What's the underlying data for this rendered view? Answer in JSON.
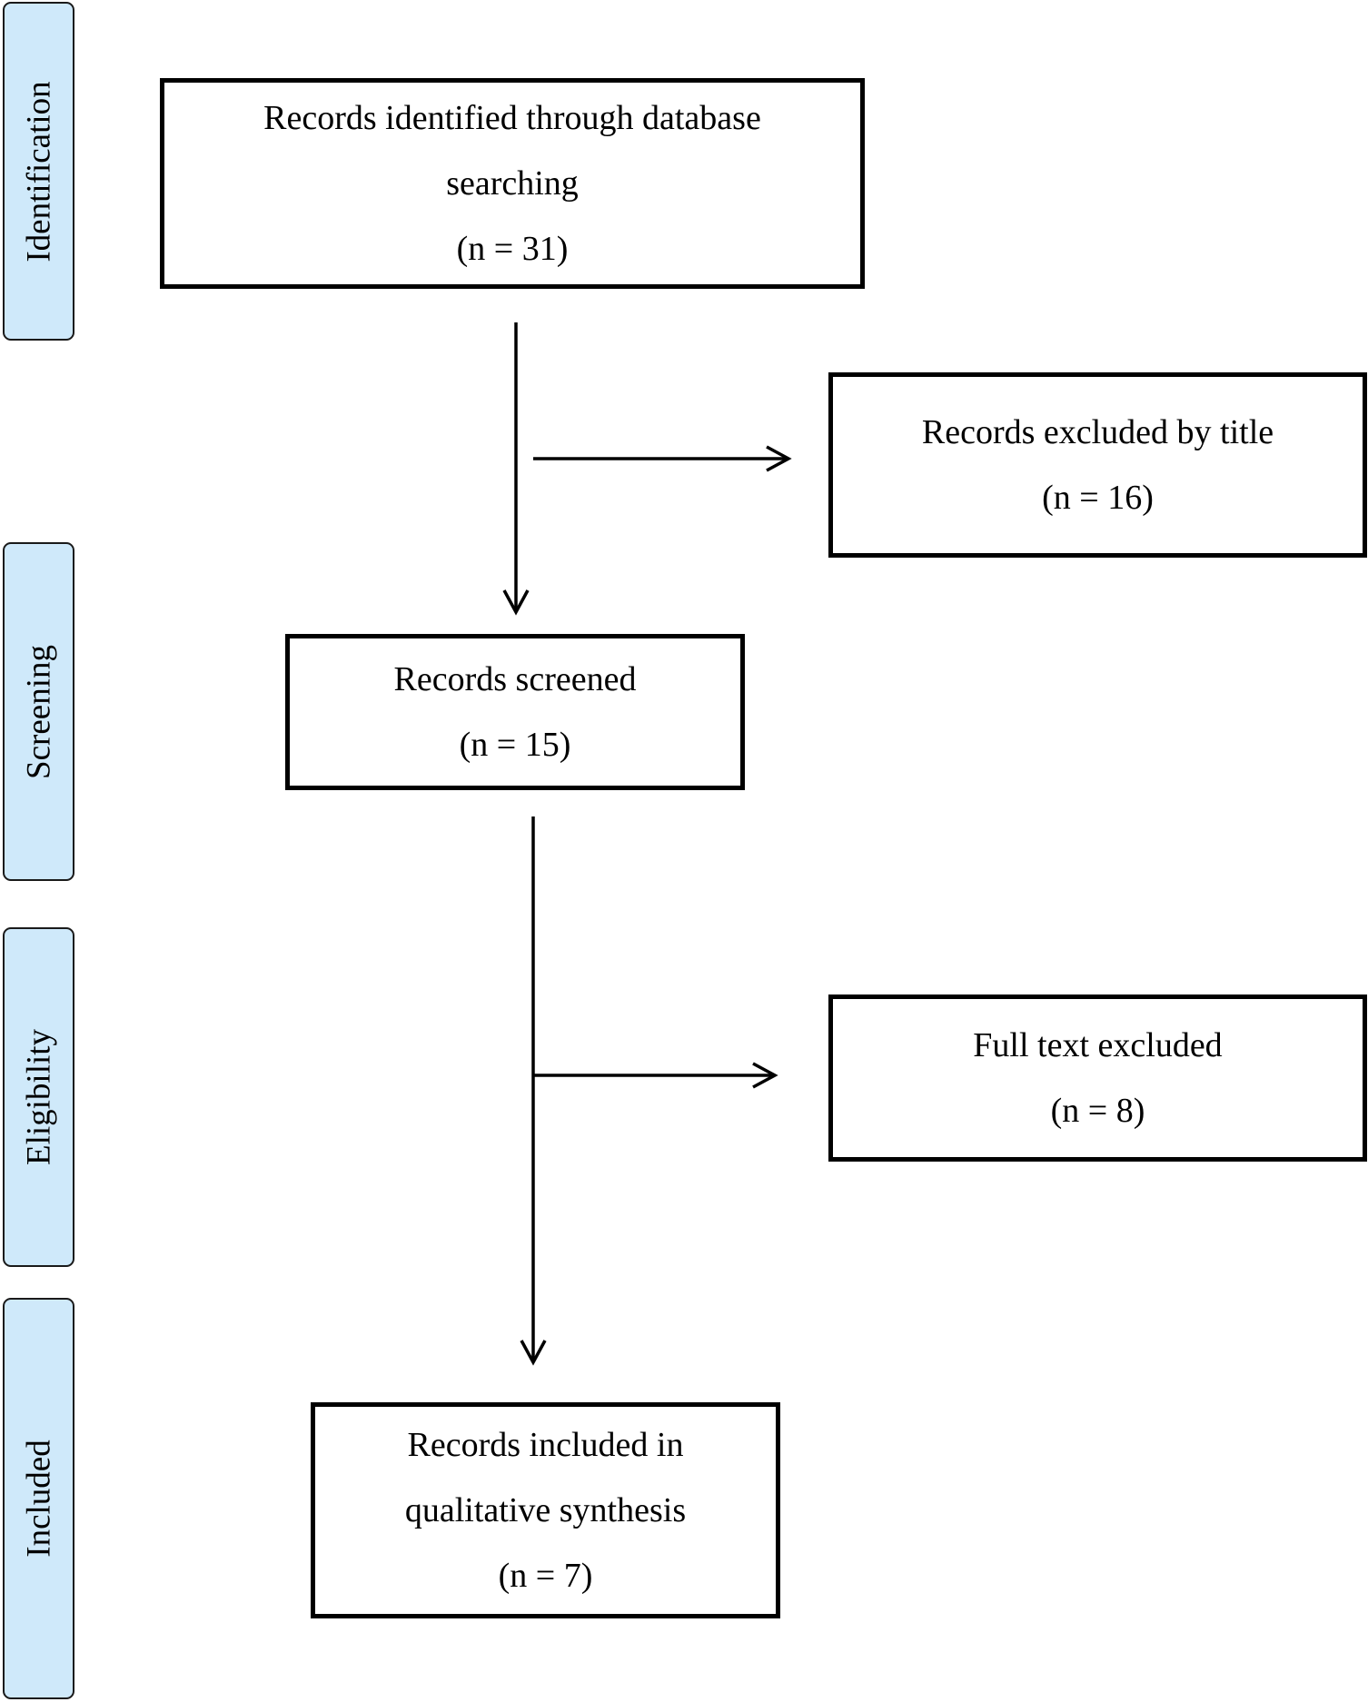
{
  "phases": {
    "identification": "Identification",
    "screening": "Screening",
    "eligibility": "Eligibility",
    "included": "Included"
  },
  "boxes": {
    "identified": {
      "line1": "Records identified through database",
      "line2": "searching",
      "count": "(n = 31)"
    },
    "excluded_title": {
      "line1": "Records excluded by title",
      "count": "(n = 16)"
    },
    "screened": {
      "line1": "Records screened",
      "count": "(n = 15)"
    },
    "fulltext_excluded": {
      "line1": "Full text excluded",
      "count": "(n = 8)"
    },
    "included": {
      "line1": "Records included in",
      "line2": "qualitative synthesis",
      "count": "(n = 7)"
    }
  },
  "colors": {
    "phase_fill": "#cfe9fa",
    "stroke": "#000000"
  }
}
